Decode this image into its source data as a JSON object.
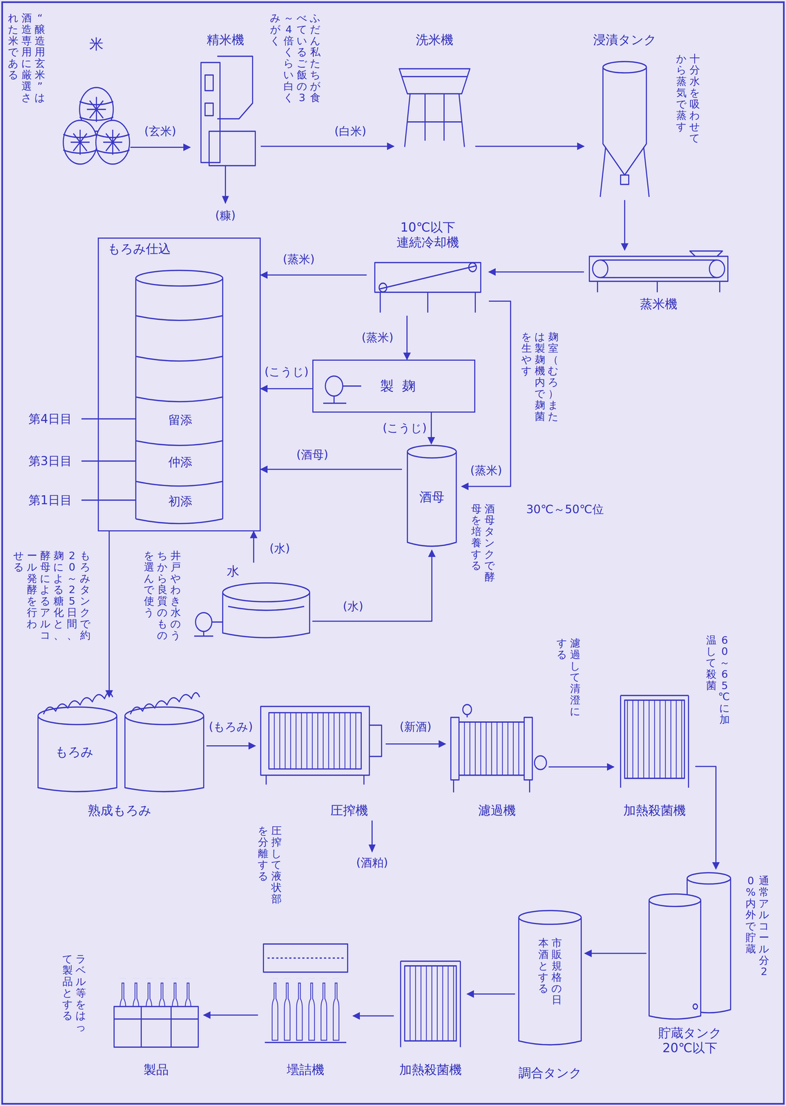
{
  "diagram": {
    "nodes": [
      {
        "text": [
          "米"
        ]
      },
      {
        "text": [
          "精米機"
        ]
      },
      {
        "text": [
          "洗米機"
        ]
      },
      {
        "text": [
          "浸漬タンク"
        ]
      },
      {
        "text": [
          "もろみ仕込"
        ]
      },
      {
        "text": [
          "留添"
        ],
        "in": 4
      },
      {
        "text": [
          "仲添"
        ],
        "in": 4
      },
      {
        "text": [
          "初添"
        ],
        "in": 4
      },
      {
        "text": [
          "10℃以下 連続冷却機"
        ]
      },
      {
        "text": [
          "蒸米機"
        ]
      },
      {
        "text": [
          "製麹"
        ]
      },
      {
        "text": [
          "酒母"
        ]
      },
      {
        "text": [
          "水"
        ]
      },
      {
        "text": [
          "もろみ",
          "熟成もろみ"
        ]
      },
      {
        "text": [
          "圧搾機"
        ]
      },
      {
        "text": [
          "濾過機"
        ]
      },
      {
        "text": [
          "加熱殺菌機"
        ]
      },
      {
        "text": [
          "貯蔵タンク 20℃以下"
        ]
      },
      {
        "text": [
          "市販規格の日本酒とする",
          "調合タンク"
        ]
      },
      {
        "text": [
          "加熱殺菌機"
        ]
      },
      {
        "text": [
          "壜詰機"
        ]
      },
      {
        "text": [
          "製品"
        ]
      }
    ],
    "edges": [
      {
        "from": 0,
        "to": 1,
        "arrow": "to",
        "label": "(玄米)"
      },
      {
        "from": 1,
        "to": 2,
        "arrow": "to",
        "label": "(白米)"
      },
      {
        "from": 2,
        "to": 3,
        "arrow": "to"
      },
      {
        "from": 3,
        "to": 9,
        "arrow": "to"
      },
      {
        "from": 9,
        "to": 8,
        "arrow": "to"
      },
      {
        "from": 8,
        "to": 4,
        "arrow": "to",
        "label": "(蒸米)"
      },
      {
        "from": 8,
        "to": 10,
        "arrow": "to",
        "label": "(蒸米)"
      },
      {
        "from": 8,
        "to": 11,
        "arrow": "to",
        "label": "(蒸米)"
      },
      {
        "from": 10,
        "to": 4,
        "arrow": "to",
        "label": "(こうじ)"
      },
      {
        "from": 10,
        "to": 11,
        "arrow": "to",
        "label": "(こうじ)"
      },
      {
        "from": 11,
        "to": 4,
        "arrow": "to",
        "label": "(酒母)"
      },
      {
        "from": 12,
        "to": 4,
        "arrow": "to",
        "label": "(水)"
      },
      {
        "from": 12,
        "to": 11,
        "arrow": "to",
        "label": "(水)"
      },
      {
        "from": 4,
        "to": 13,
        "arrow": "to"
      },
      {
        "from": 13,
        "to": 14,
        "arrow": "to",
        "label": "(もろみ)"
      },
      {
        "from": 14,
        "to": 15,
        "arrow": "to",
        "label": "(新酒)"
      },
      {
        "from": 15,
        "to": 16,
        "arrow": "to"
      },
      {
        "from": 16,
        "to": 17,
        "arrow": "to"
      },
      {
        "from": 17,
        "to": 18,
        "arrow": "to"
      },
      {
        "from": 18,
        "to": 19,
        "arrow": "to"
      },
      {
        "from": 19,
        "to": 20,
        "arrow": "to"
      },
      {
        "from": 20,
        "to": 21,
        "arrow": "to"
      }
    ],
    "labels": [
      "“醸造用玄米”は酒造専用に厳選された米である",
      "ふだん私たちが食べているご飯の3～4倍くらい白くみがく",
      "(糠)",
      "十分水を吸わせてから蒸気で蒸す",
      "第4日目",
      "第3日目",
      "第1日目",
      "麹室（むろ）または製麹機内で麹菌を生やす",
      "30℃～50℃位",
      "酒母タンクで酵母を培養する",
      "井戸やわき水のうちから良質のものを選んで使う",
      "もろみタンクで約20～25日間、麹による糖化と、酵母によるアルコール発酵を行わせる",
      "圧搾して液状部を分離する",
      "(酒粕)",
      "濾過して清澄にする",
      "60～65℃に加温して殺菌",
      "通常アルコール分20%内外で貯蔵",
      "ラベル等をはって製品とする"
    ]
  }
}
